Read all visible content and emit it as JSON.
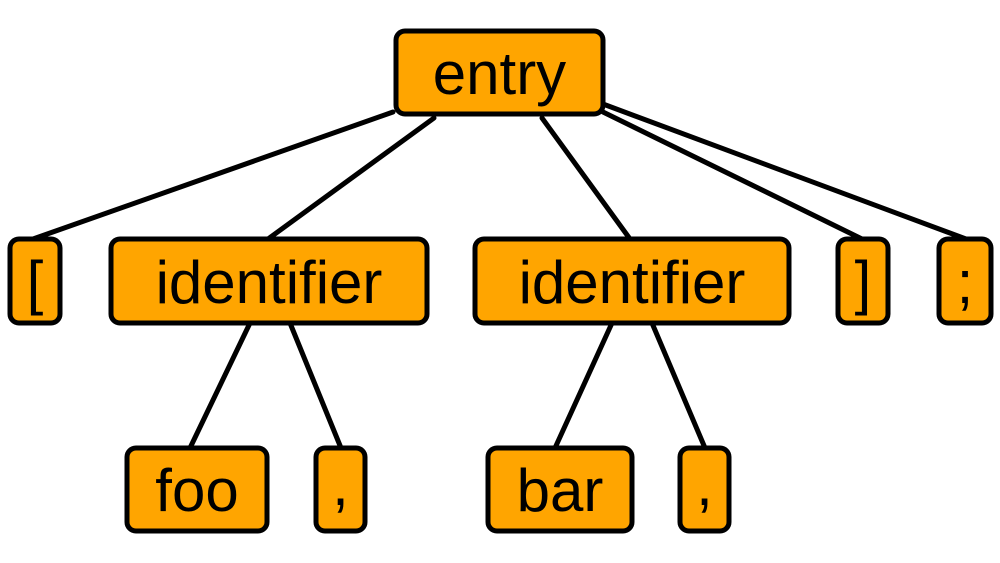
{
  "colors": {
    "node_fill": "#FFA500",
    "node_stroke": "#000000",
    "edge": "#000000",
    "text": "#000000",
    "background": "#FFFFFF"
  },
  "tree": {
    "root": {
      "label": "entry",
      "children": [
        {
          "label": "["
        },
        {
          "label": "identifier",
          "children": [
            {
              "label": "foo"
            },
            {
              "label": ","
            }
          ]
        },
        {
          "label": "identifier",
          "children": [
            {
              "label": "bar"
            },
            {
              "label": ","
            }
          ]
        },
        {
          "label": "]"
        },
        {
          "label": ";"
        }
      ]
    }
  }
}
